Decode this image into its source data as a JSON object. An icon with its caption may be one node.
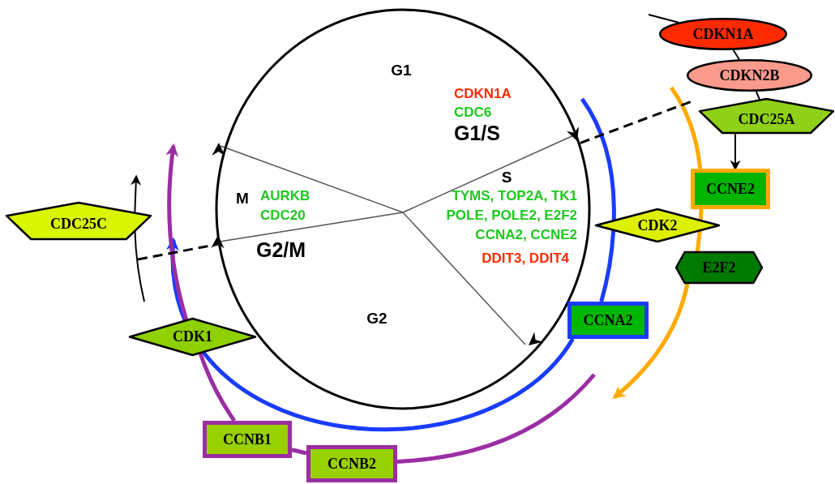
{
  "diagram": {
    "nodes": [
      {
        "text": [
          "G1",
          "CDKN1A",
          "CDC6",
          "G1/S",
          "S",
          "TYMS, TOP2A, TK1 POLE, POLE2, E2F2 CCNA2, CCNE2",
          "DDIT3, DDIT4",
          "M",
          "AURKB CDC20",
          "G2/M",
          "G2"
        ]
      },
      {
        "text": [
          "CDKN1A"
        ]
      },
      {
        "text": [
          "CDKN2B"
        ]
      },
      {
        "text": [
          "CDC25A"
        ]
      },
      {
        "text": [
          "CCNE2"
        ]
      },
      {
        "text": [
          "CDK2"
        ]
      },
      {
        "text": [
          "E2F2"
        ]
      },
      {
        "text": [
          "CCNA2"
        ]
      },
      {
        "text": [
          "CDC25C"
        ]
      },
      {
        "text": [
          "CDK1"
        ]
      },
      {
        "text": [
          "CCNB1"
        ]
      },
      {
        "text": [
          "CCNB2"
        ]
      }
    ],
    "edges": [
      {
        "from": null,
        "to": 1,
        "arrow": "none"
      },
      {
        "from": 1,
        "to": 2,
        "arrow": "none"
      },
      {
        "from": 2,
        "to": 3,
        "arrow": "none"
      },
      {
        "from": 3,
        "to": 4,
        "arrow": "to"
      },
      {
        "from": null,
        "to": 4,
        "arrow": "none",
        "color": "#ffaa00"
      },
      {
        "from": 4,
        "to": 5,
        "arrow": "none",
        "color": "#ffaa00"
      },
      {
        "from": 5,
        "to": 6,
        "arrow": "none",
        "color": "#ffaa00"
      },
      {
        "from": 6,
        "to": null,
        "arrow": "to",
        "color": "#ffaa00"
      },
      {
        "from": null,
        "to": 5,
        "arrow": "none",
        "color": "#1a3cff"
      },
      {
        "from": 5,
        "to": 7,
        "arrow": "none",
        "color": "#1a3cff"
      },
      {
        "from": 7,
        "to": null,
        "arrow": "to",
        "color": "#1a3cff"
      },
      {
        "from": null,
        "to": 11,
        "arrow": "none",
        "color": "#9b2ea3"
      },
      {
        "from": 11,
        "to": 10,
        "arrow": "none",
        "color": "#9b2ea3"
      },
      {
        "from": 10,
        "to": 9,
        "arrow": "none",
        "color": "#9b2ea3"
      },
      {
        "from": 9,
        "to": null,
        "arrow": "to",
        "color": "#9b2ea3"
      },
      {
        "from": null,
        "to": 8,
        "arrow": "none"
      },
      {
        "from": 8,
        "to": null,
        "arrow": "to"
      },
      {
        "from": 0,
        "to": null,
        "arrow": "none",
        "style": "dashed"
      },
      {
        "from": null,
        "to": 0,
        "arrow": "none",
        "style": "dashed"
      }
    ]
  }
}
